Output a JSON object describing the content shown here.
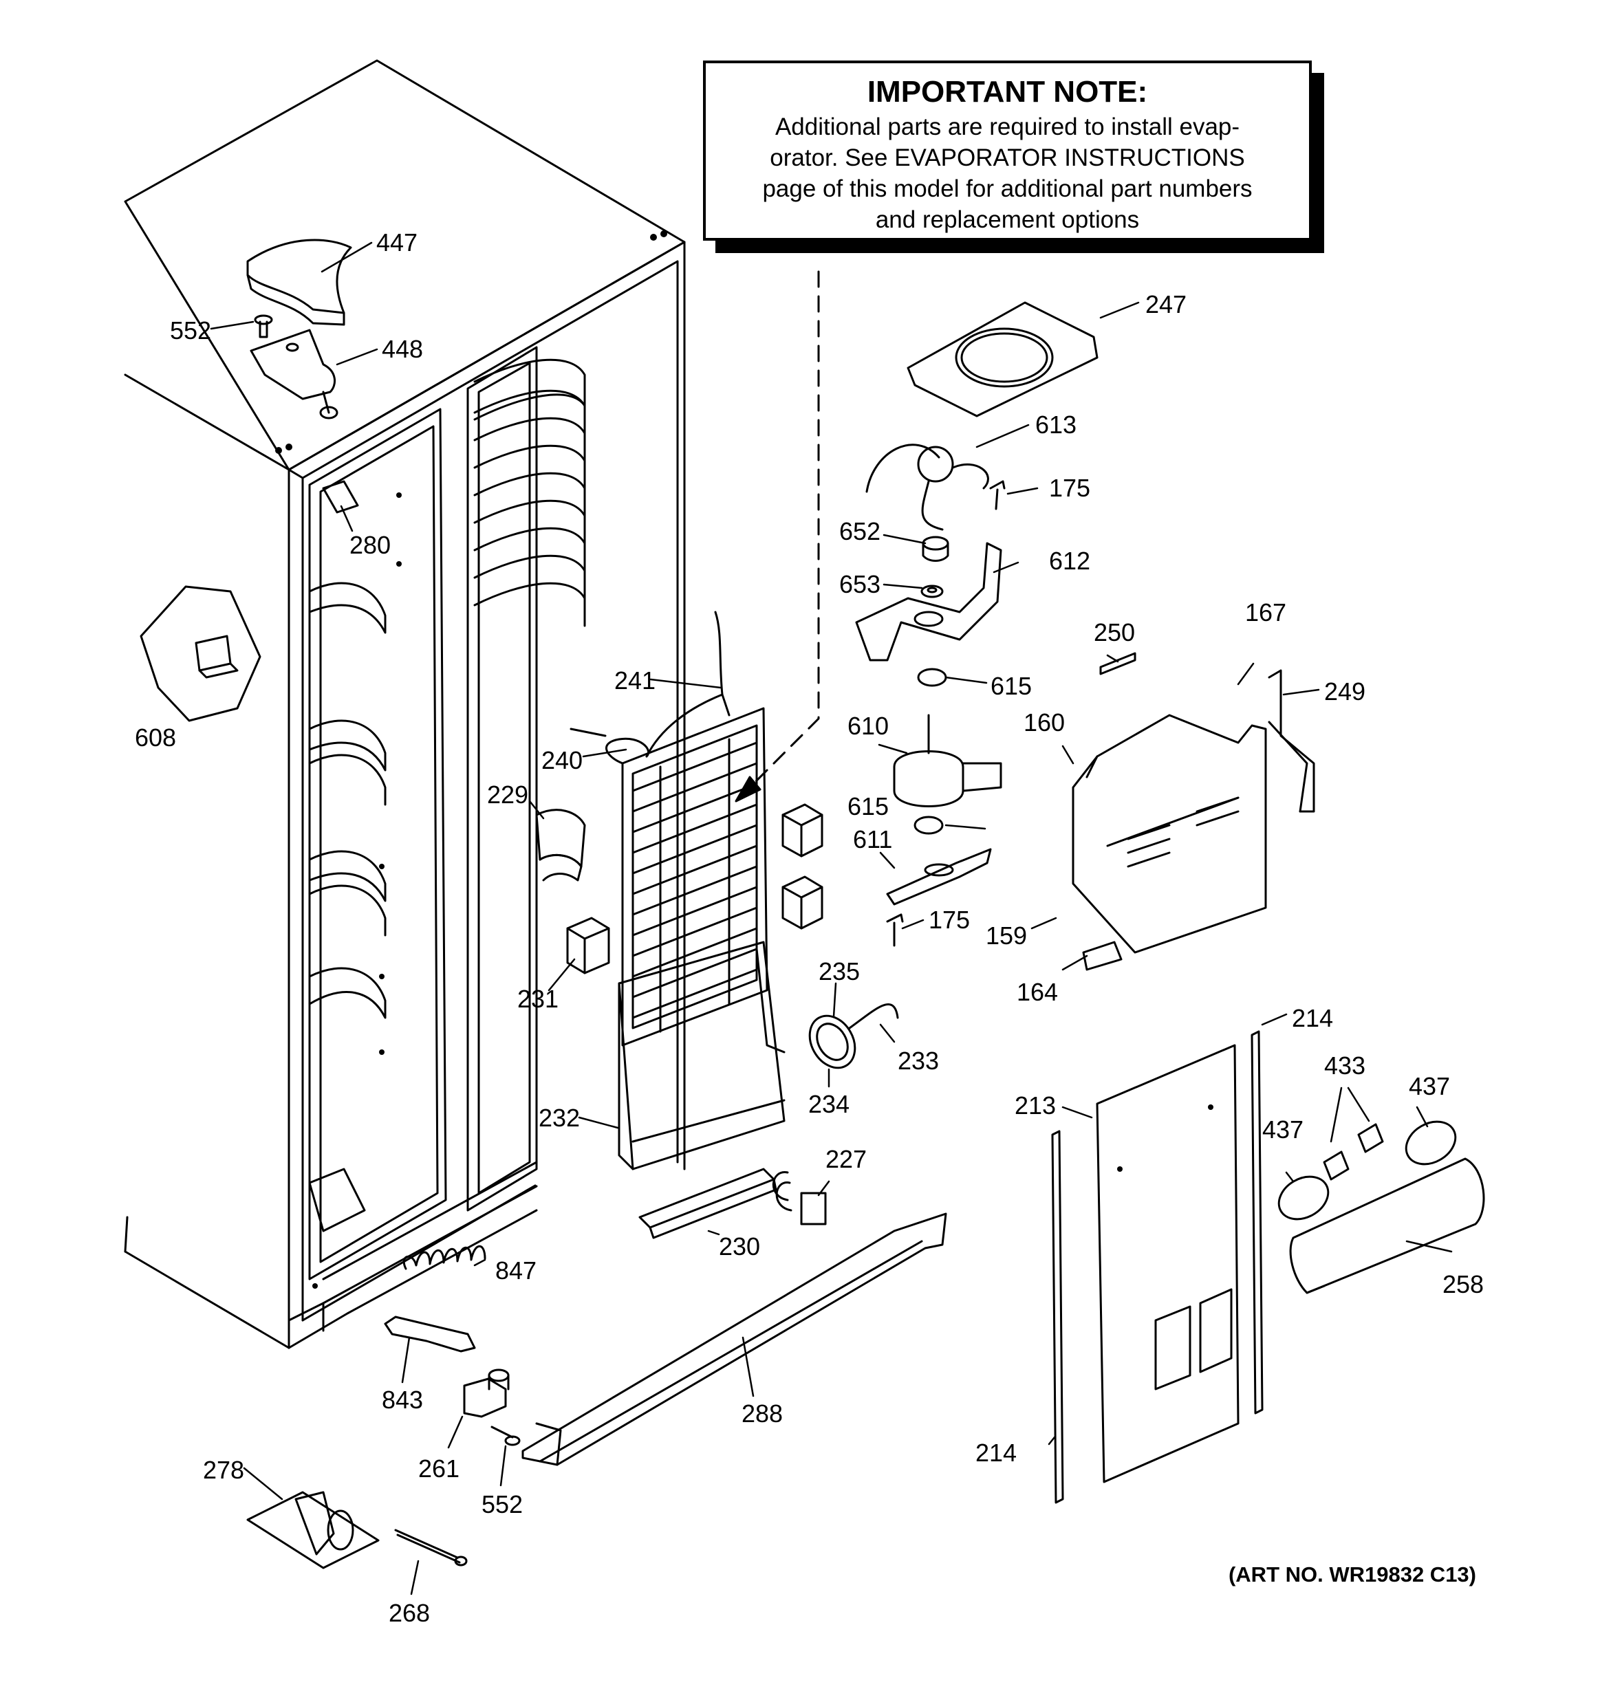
{
  "note": {
    "title": "IMPORTANT NOTE:",
    "lines": [
      "Additional parts are required to install evap-",
      "orator.  See EVAPORATOR INSTRUCTIONS",
      "page of this model for additional part numbers",
      "and replacement options"
    ]
  },
  "art_number": "(ART NO. WR19832 C13)",
  "callouts": [
    "447",
    "552",
    "448",
    "280",
    "608",
    "241",
    "240",
    "229",
    "231",
    "232",
    "230",
    "227",
    "235",
    "233",
    "234",
    "288",
    "847",
    "843",
    "261",
    "552",
    "278",
    "268",
    "247",
    "613",
    "175",
    "652",
    "612",
    "653",
    "615",
    "610",
    "615",
    "611",
    "175",
    "250",
    "167",
    "249",
    "160",
    "159",
    "164",
    "214",
    "213",
    "433",
    "437",
    "437",
    "258",
    "214"
  ]
}
